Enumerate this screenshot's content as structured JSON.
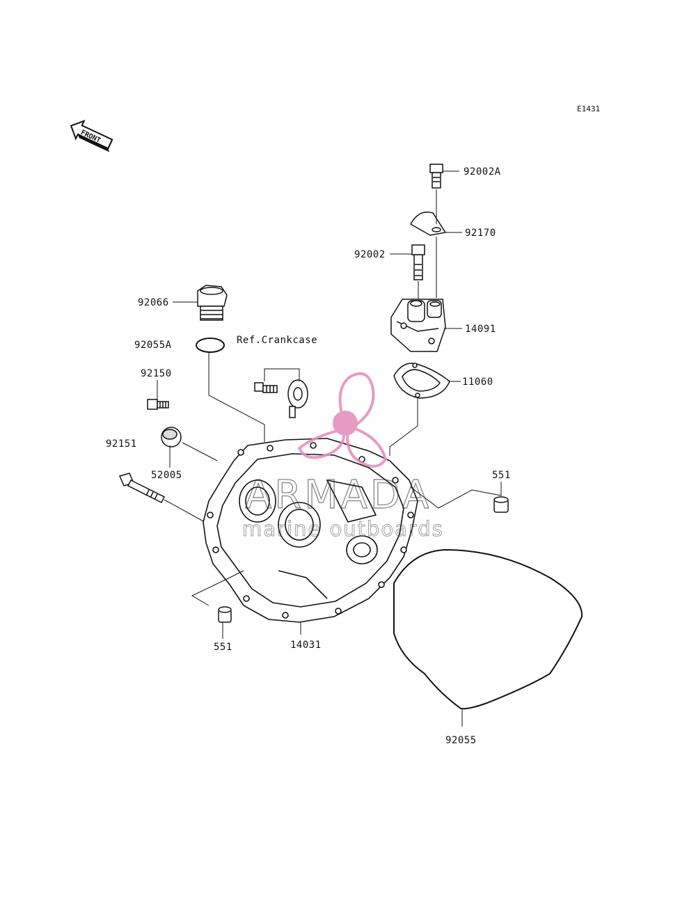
{
  "diagram_code": "E1431",
  "front_arrow_label": "FRONT",
  "reference_note": "Ref.Crankcase",
  "watermark": {
    "brand": "ARMADA",
    "tagline": "marine outboards",
    "logo_color": "#e58ab8"
  },
  "parts": {
    "p92002A": "92002A",
    "p92170": "92170",
    "p92002": "92002",
    "p14091": "14091",
    "p11060": "11060",
    "p92066": "92066",
    "p92055A": "92055A",
    "p92150": "92150",
    "p92151": "92151",
    "p52005": "52005",
    "p551_right": "551",
    "p551_left": "551",
    "p14031": "14031",
    "p92055": "92055"
  }
}
